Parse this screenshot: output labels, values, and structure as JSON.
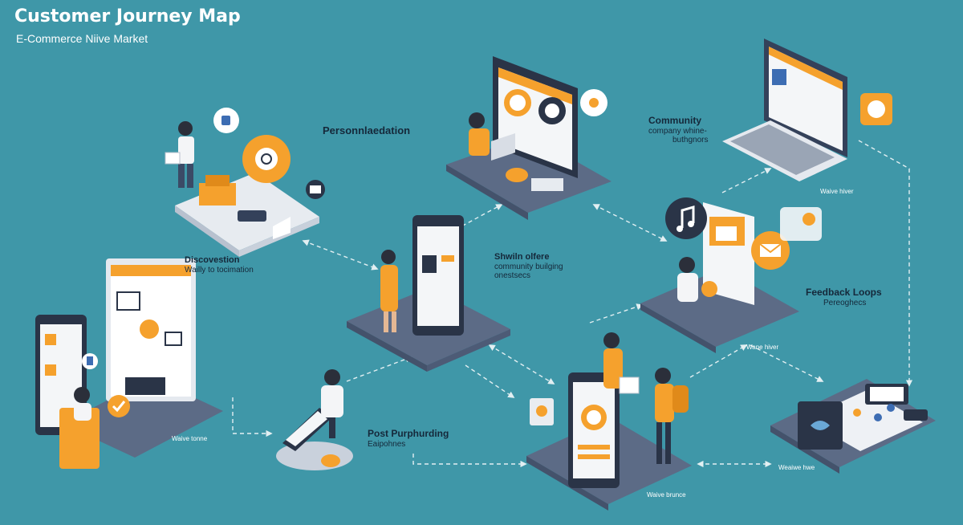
{
  "header": {
    "title": "Customer Journey Map",
    "subtitle": "E-Commerce Niive Market"
  },
  "stages": {
    "personalization": {
      "label": "Personnlaedation"
    },
    "discovery": {
      "label": "Discovestion",
      "sub": "Wailly to tocimation"
    },
    "community_building": {
      "label": "Shwiln olfere",
      "sub": "community builging",
      "sub2": "onestsecs"
    },
    "community": {
      "label": "Community",
      "sub": "company whine-",
      "sub2": "buthgnors"
    },
    "feedback": {
      "label": "Feedback Loops",
      "sub": "Pereoghecs"
    },
    "post_purchase": {
      "label": "Post Purphurding",
      "sub": "Eaipohnes"
    }
  },
  "captions": {
    "left_screen": "Waive tonne",
    "center_screen": "Waive brunce",
    "right_bottom": "Weaiwe hwe",
    "right_platform": "Wane hiver",
    "laptop": "Waive hiver"
  },
  "colors": {
    "background": "#3f97a8",
    "accent": "#f5a12d",
    "platform": "#5c6b86",
    "screen": "#2a3447"
  }
}
